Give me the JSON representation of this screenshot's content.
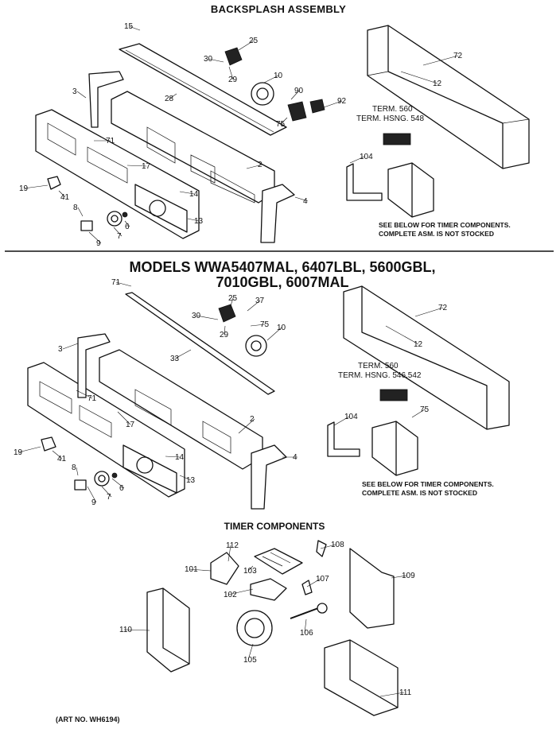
{
  "titles": {
    "backsplash": "BACKSPLASH ASSEMBLY",
    "models_line1": "MODELS WWA5407MAL, 6407LBL, 5600GBL,",
    "models_line2": "7010GBL, 6007MAL",
    "timer": "TIMER COMPONENTS"
  },
  "notes": {
    "timer_note_line1": "SEE BELOW FOR TIMER COMPONENTS.",
    "timer_note_line2": "COMPLETE ASM. IS NOT STOCKED"
  },
  "terminal_labels": {
    "top_term": "TERM. 560",
    "top_hsng": "TERM. HSNG. 548",
    "mid_term": "TERM. 560",
    "mid_hsng": "TERM. HSNG. 546,542"
  },
  "art_number": "(ART NO. WH6194)",
  "callouts": {
    "top": [
      "15",
      "25",
      "30",
      "29",
      "10",
      "90",
      "92",
      "75",
      "28",
      "3",
      "71",
      "17",
      "2",
      "19",
      "41",
      "8",
      "9",
      "7",
      "6",
      "14",
      "13",
      "4",
      "72",
      "12",
      "104"
    ],
    "middle": [
      "71",
      "25",
      "37",
      "30",
      "29",
      "75",
      "10",
      "33",
      "3",
      "71",
      "2",
      "17",
      "19",
      "41",
      "8",
      "9",
      "7",
      "6",
      "14",
      "13",
      "4",
      "72",
      "12",
      "104",
      "75"
    ],
    "timer": [
      "112",
      "101",
      "103",
      "108",
      "107",
      "102",
      "109",
      "110",
      "106",
      "105",
      "111"
    ]
  }
}
